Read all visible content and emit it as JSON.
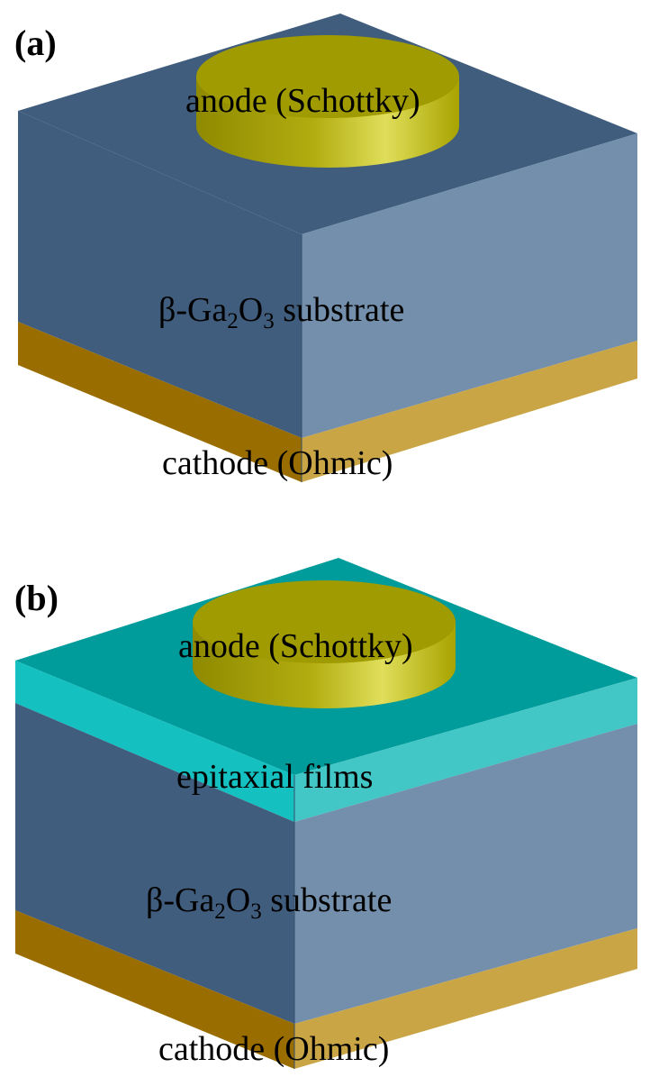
{
  "panel_a": {
    "letter": "(a)",
    "anode_label": "anode (Schottky)",
    "substrate_prefix": "β-Ga",
    "substrate_sub1": "2",
    "substrate_mid": "O",
    "substrate_sub2": "3",
    "substrate_suffix": " substrate",
    "cathode_label": "cathode (Ohmic)"
  },
  "panel_b": {
    "letter": "(b)",
    "anode_label": "anode (Schottky)",
    "epi_label": "epitaxial films",
    "substrate_prefix": "β-Ga",
    "substrate_sub1": "2",
    "substrate_mid": "O",
    "substrate_sub2": "3",
    "substrate_suffix": " substrate",
    "cathode_label": "cathode (Ohmic)"
  },
  "colors": {
    "substrate_front": "#405d7d",
    "substrate_side": "#738fab",
    "substrate_top": "#405d7d",
    "cathode_front": "#9a6d00",
    "cathode_side": "#c9a546",
    "epi_top": "#009b9b",
    "epi_front": "#14c0c0",
    "epi_side": "#42c6c6",
    "anode_top": "#a09b00",
    "anode_side": "#d2d045"
  }
}
